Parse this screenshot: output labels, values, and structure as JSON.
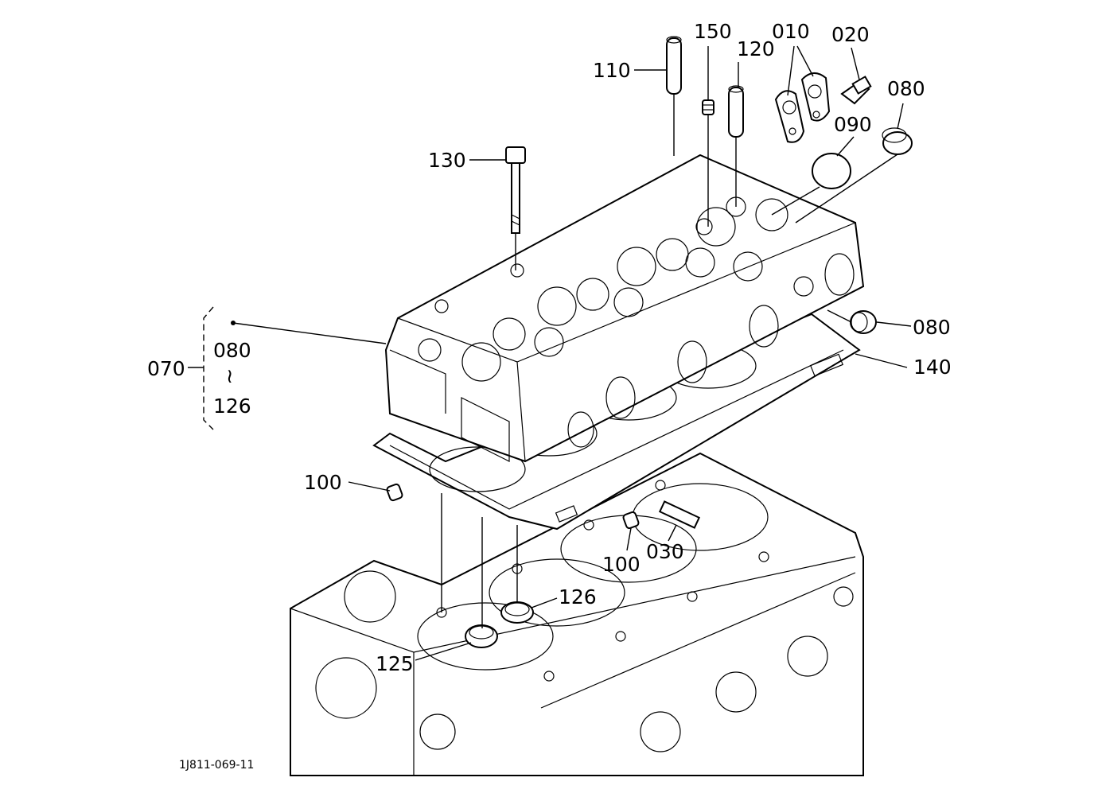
{
  "callouts": {
    "p110": "110",
    "p150": "150",
    "p120": "120",
    "p010": "010",
    "p020": "020",
    "p080_top": "080",
    "p090": "090",
    "p130": "130",
    "p080_right": "080",
    "p140": "140",
    "p100_left": "100",
    "p100_center": "100",
    "p030": "030",
    "p126": "126",
    "p125": "125"
  },
  "kit": {
    "code": "070",
    "range_from": "080",
    "range_sep": "≀",
    "range_to": "126"
  },
  "figure_ref": "1J811-069-11"
}
